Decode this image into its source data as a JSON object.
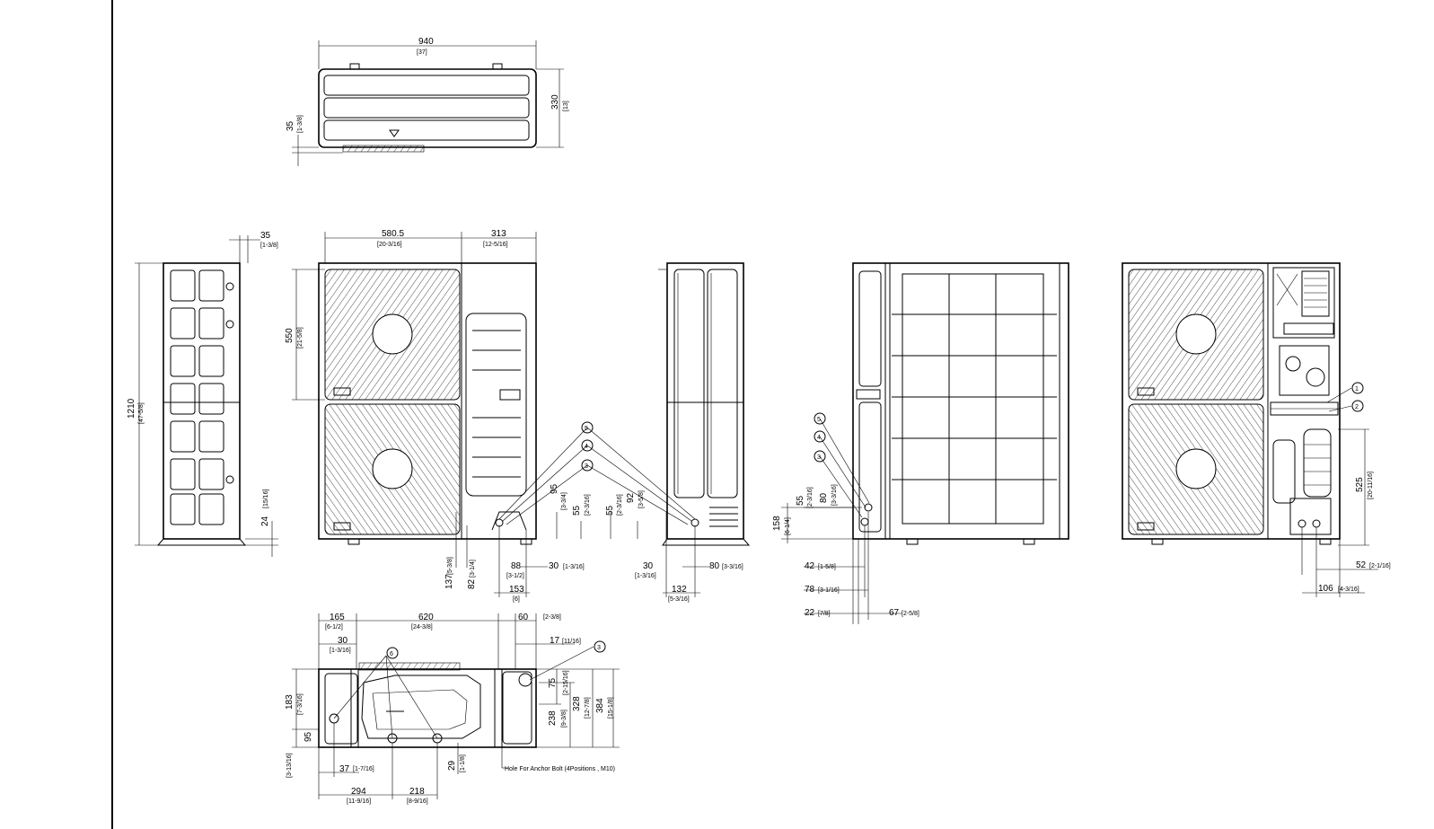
{
  "top_view": {
    "width": "940",
    "width_in": "[37]",
    "depth": "330",
    "depth_in": "[13]",
    "offset": "35",
    "offset_in": "[1-3/8]"
  },
  "side_view_left": {
    "height": "1210",
    "height_in": "[47-5/8]",
    "top_offset": "35",
    "top_offset_in": "[1-3/8]",
    "foot": "24",
    "foot_in": "[15/16]"
  },
  "front_view": {
    "width": "580.5",
    "width_in": "[20-3/16]",
    "panel_width": "313",
    "panel_width_in": "[12-5/16]",
    "fan_height": "550",
    "fan_height_in": "[21-5/8]",
    "d137": "137",
    "d137_in": "[5-3/8]",
    "d82": "82",
    "d82_in": "[3-1/4]",
    "d88": "88",
    "d88_in": "[3-1/2]",
    "d153": "153",
    "d153_in": "[6]",
    "d95": "95",
    "d95_in": "[3-3/4]",
    "d55": "55",
    "d55_in": "[2-3/16]",
    "d30": "30",
    "d30_in": "[1-3/16]"
  },
  "side_view_mid": {
    "d55": "55",
    "d55_in": "[2-3/16]",
    "d92": "92",
    "d92_in": "[3-5/8]",
    "d30": "30",
    "d30_in": "[1-3/16]",
    "d80": "80",
    "d80_in": "[3-3/16]",
    "d132": "132",
    "d132_in": "[5-3/16]"
  },
  "rear_view": {
    "d158": "158",
    "d158_in": "[6-1/4]",
    "d55": "55",
    "d55_in": "[2-3/16]",
    "d80": "80",
    "d80_in": "[3-3/16]",
    "d42": "42",
    "d42_in": "[1-5/8]",
    "d78": "78",
    "d78_in": "[3-1/16]",
    "d22": "22",
    "d22_in": "[7/8]",
    "d67": "67",
    "d67_in": "[2-5/8]"
  },
  "service_view": {
    "d525": "525",
    "d525_in": "[20-11/16]",
    "d52": "52",
    "d52_in": "[2-1/16]",
    "d106": "106",
    "d106_in": "[4-3/16]"
  },
  "base_view": {
    "d165": "165",
    "d165_in": "[6-1/2]",
    "d620": "620",
    "d620_in": "[24-3/8]",
    "d60": "60",
    "d60_in": "[2-3/8]",
    "d30": "30",
    "d30_in": "[1-3/16]",
    "d17": "17",
    "d17_in": "[11/16]",
    "d183": "183",
    "d183_in": "[7-3/16]",
    "d95": "95",
    "d95_in": "[3-13/16]",
    "d75": "75",
    "d75_in": "[2-15/16]",
    "d238": "238",
    "d238_in": "[9-3/8]",
    "d328": "328",
    "d328_in": "[12-7/8]",
    "d384": "384",
    "d384_in": "[15-1/8]",
    "d37": "37",
    "d37_in": "[1-7/16]",
    "d29": "29",
    "d29_in": "[1-1/8]",
    "d294": "294",
    "d294_in": "[11-9/16]",
    "d218": "218",
    "d218_in": "[8-9/16]",
    "anchor_note": "Hole For Anchor Bolt (4Positions , M10)"
  },
  "callouts": [
    "1",
    "2",
    "3",
    "4",
    "5",
    "6"
  ]
}
